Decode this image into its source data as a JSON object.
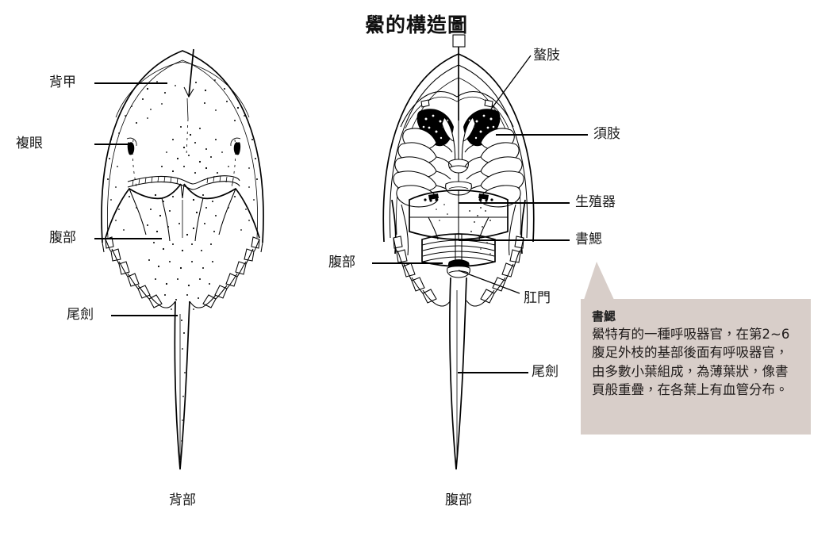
{
  "title": "鱟的構造圖",
  "figures": {
    "dorsal": {
      "caption": "背部",
      "labels": [
        {
          "id": "carapace",
          "text": "背甲"
        },
        {
          "id": "compound-eye",
          "text": "複眼"
        },
        {
          "id": "abdomen",
          "text": "腹部"
        },
        {
          "id": "telson",
          "text": "尾劍"
        }
      ]
    },
    "ventral": {
      "caption": "腹部",
      "marker": "□",
      "labels": [
        {
          "id": "chelicera",
          "text": "螯肢"
        },
        {
          "id": "pedipalp",
          "text": "須肢"
        },
        {
          "id": "genital-organ",
          "text": "生殖器"
        },
        {
          "id": "book-gill",
          "text": "書鰓"
        },
        {
          "id": "abdomen",
          "text": "腹部"
        },
        {
          "id": "anus",
          "text": "肛門"
        },
        {
          "id": "telson",
          "text": "尾劍"
        }
      ]
    }
  },
  "callout": {
    "title": "書鰓",
    "body": "鱟特有的一種呼吸器官，在第2~6腹足外枝的基部後面有呼吸器官，由多數小葉組成，為薄葉狀，像書頁般重疊，在各葉上有血管分布。",
    "background_color": "#d8cec9",
    "text_color": "#201c1b"
  },
  "colors": {
    "page_background": "#ffffff",
    "ink": "#000000",
    "label_text": "#1a1a1a"
  }
}
